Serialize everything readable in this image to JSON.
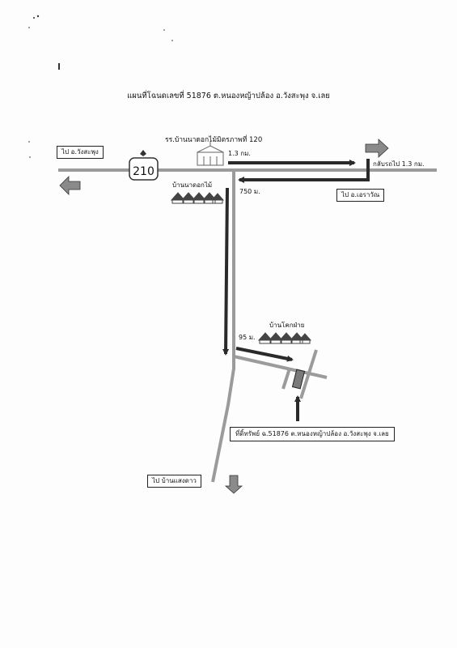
{
  "title": "แผนที่โฉนดเลขที่ 51876 ต.หนองหญ้าปล้อง อ.วังสะพุง จ.เลย",
  "route_number": "210",
  "places": {
    "school": "รร.บ้านนาดอกไม้มิตรภาพที่ 120",
    "village_na_dok_mai": "บ้านนาดอกไม้",
    "village_khok_fai": "บ้านโคกฝ่าย"
  },
  "directions": {
    "to_wang_saphung": "ไป อ.วังสะพุง",
    "to_erawan": "ไป อ.เอราวัณ",
    "to_ban_saeng_dao": "ไป บ้านแสงดาว"
  },
  "distances": {
    "first_leg": "1.3 กม.",
    "u_turn": "กลับรถไป 1.3 กม.",
    "south_leg": "750 ม.",
    "last_leg": "95 ม."
  },
  "property_label": "ที่ดิ้ทรัพย์ ฉ.51876 ต.หนองหญ้าปล้อง อ.วังสะพุง จ.เลย",
  "colors": {
    "road": "#9b9b9b",
    "route_arrow": "#2a2a2a",
    "direction_arrow": "#8a8a8a",
    "parcel": "#7a7a7a"
  }
}
